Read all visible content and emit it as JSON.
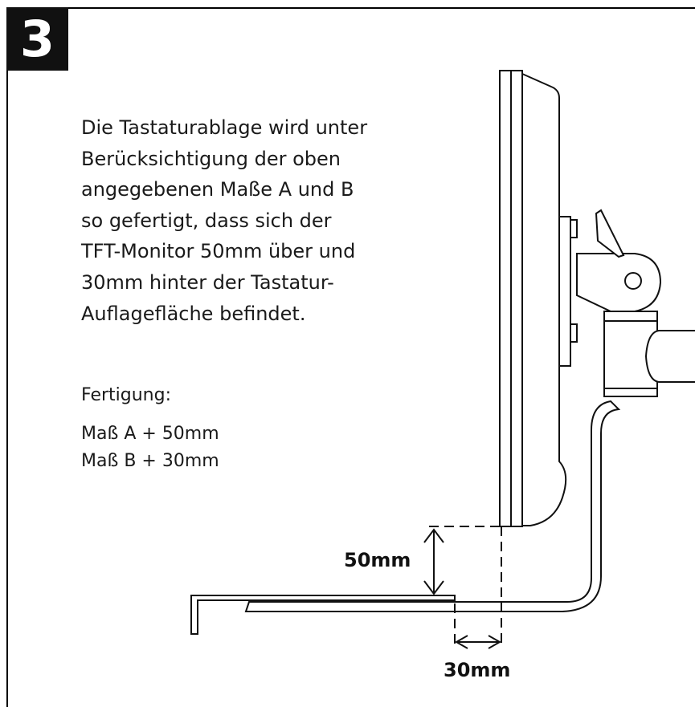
{
  "step": {
    "number": "3"
  },
  "instructions": {
    "lines": [
      "Die Tastaturablage wird unter",
      "Berücksichtigung der oben",
      "angegebenen Maße A und B",
      "so gefertigt, dass sich der",
      "TFT-Monitor 50mm über und",
      "30mm hinter der Tastatur-",
      "Auflagefläche befindet."
    ]
  },
  "fertigung": {
    "heading": "Fertigung:",
    "items": [
      "Maß A + 50mm",
      "Maß B + 30mm"
    ]
  },
  "dimensions": {
    "vertical": {
      "label": "50mm"
    },
    "horizontal": {
      "label": "30mm"
    }
  }
}
